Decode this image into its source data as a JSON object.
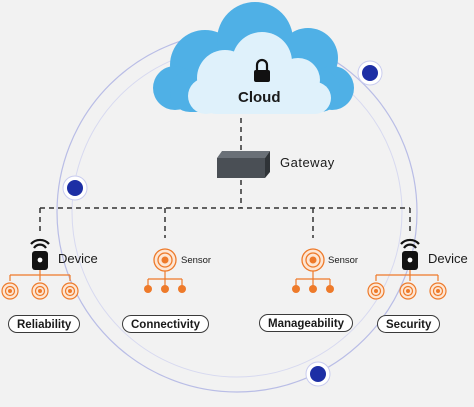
{
  "cloud": {
    "label": "Cloud"
  },
  "gateway": {
    "label": "Gateway"
  },
  "nodes": [
    {
      "label": "Device"
    },
    {
      "label": "Sensor"
    },
    {
      "label": "Sensor"
    },
    {
      "label": "Device"
    }
  ],
  "features": [
    "Reliability",
    "Connectivity",
    "Manageability",
    "Security"
  ],
  "colors": {
    "background": "#f2f2f2",
    "cloud_front": "#dff1fb",
    "cloud_back": "#4fb0e6",
    "accent_orange": "#ee7a2a",
    "dot_blue": "#1d2fa5",
    "gateway_box": "#4a4f55",
    "ring": "#b9bde6"
  },
  "icons": [
    "lock-icon",
    "gateway-box-icon",
    "wireless-device-icon",
    "sensor-icon",
    "blue-dot-icon"
  ]
}
